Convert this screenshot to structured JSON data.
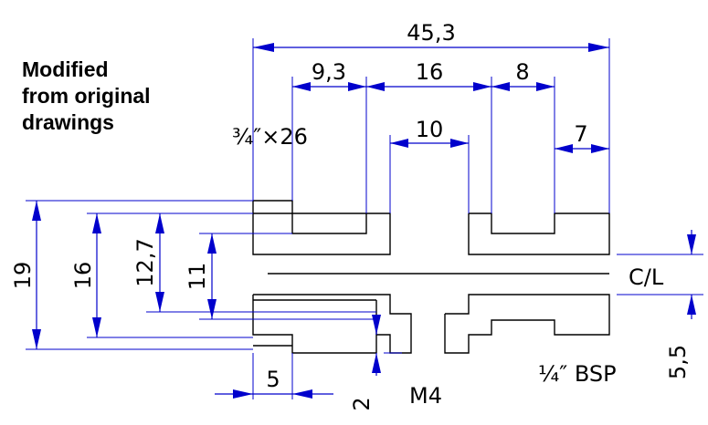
{
  "note": {
    "line1": "Modified",
    "line2": "from original",
    "line3": "drawings"
  },
  "dimensions": {
    "overall_width": "45,3",
    "left_step": "9,3",
    "center_span": "16",
    "right_step": "8",
    "inner_gap": "10",
    "right_edge": "7",
    "left_edge": "5",
    "height_19": "19",
    "height_16": "16",
    "height_12_7": "12,7",
    "height_11": "11",
    "offset_5_5": "5,5",
    "offset_2": "2"
  },
  "labels": {
    "thread_left": "¾″×26",
    "thread_right": "¼″ BSP",
    "screw": "M4",
    "centerline": "C/L"
  },
  "colors": {
    "part_line": "#000000",
    "dimension_line": "#0000cc"
  }
}
